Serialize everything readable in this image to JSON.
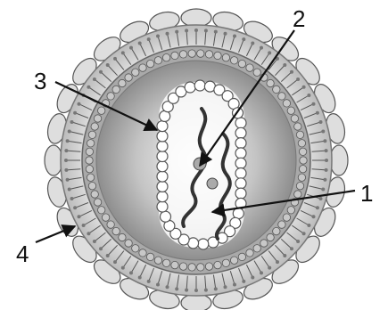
{
  "diagram": {
    "labels": [
      {
        "id": "label-1",
        "text": "1"
      },
      {
        "id": "label-2",
        "text": "2"
      },
      {
        "id": "label-3",
        "text": "3"
      },
      {
        "id": "label-4",
        "text": "4"
      }
    ],
    "colors": {
      "outline": "#555555",
      "glycoprotein_fill": "#dedede",
      "envelope_fill": "#cfcfcf",
      "matrix_fill": "#8a8a8a",
      "core_fill": "#bdbdbd",
      "rna": "#333333"
    },
    "parts": {
      "outer_glycoprotein_count": 28,
      "matrix_bead_count": 78,
      "capsid_bead_count": 40
    }
  }
}
